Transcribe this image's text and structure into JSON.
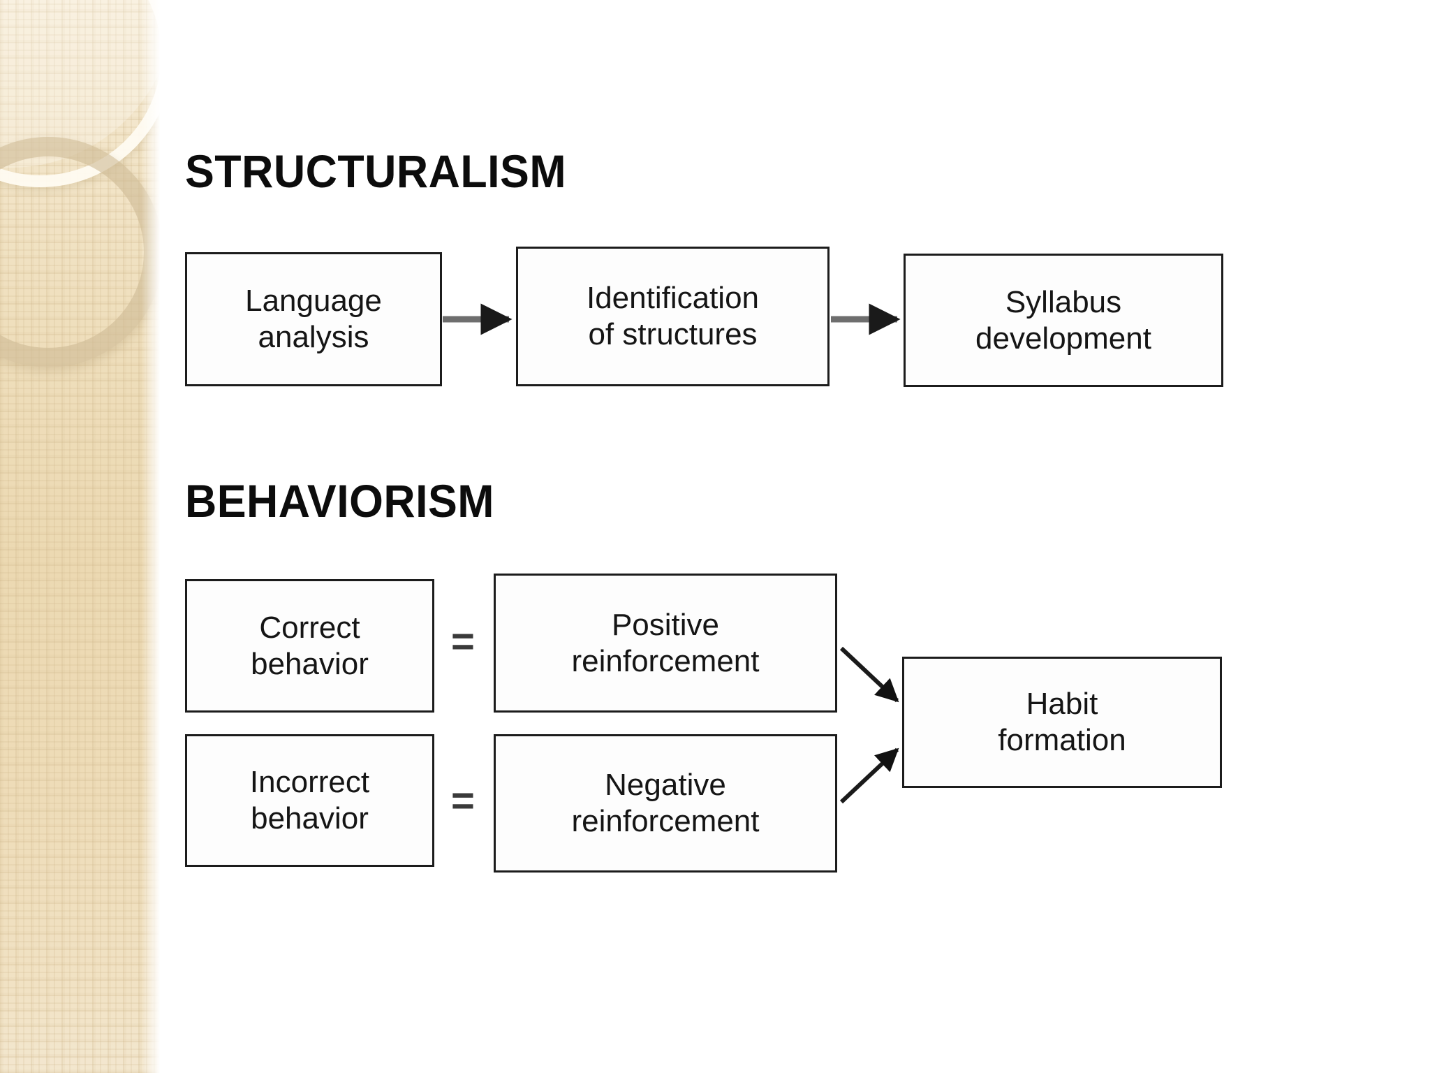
{
  "slide": {
    "background_color": "#ffffff",
    "sidebar": {
      "name": "decorative-sidebar",
      "base_color": "#eedcb8",
      "highlight_color": "#fffcf3",
      "ring_color": "#cebb96"
    },
    "sections": [
      {
        "id": "structuralism",
        "heading": "STRUCTURALISM",
        "boxes": [
          {
            "id": "language",
            "label": "Language\nanalysis"
          },
          {
            "id": "identification",
            "label": "Identification\nof structures"
          },
          {
            "id": "syllabus",
            "label": "Syllabus\ndevelopment"
          }
        ],
        "connectors": [
          {
            "from": "language",
            "to": "identification",
            "style": "straight-arrow"
          },
          {
            "from": "identification",
            "to": "syllabus",
            "style": "straight-arrow"
          }
        ]
      },
      {
        "id": "behaviorism",
        "heading": "BEHAVIORISM",
        "boxes": [
          {
            "id": "correct",
            "label": "Correct\nbehavior"
          },
          {
            "id": "positive",
            "label": "Positive\nreinforcement"
          },
          {
            "id": "incorrect",
            "label": "Incorrect\nbehavior"
          },
          {
            "id": "negative",
            "label": "Negative\nreinforcement"
          },
          {
            "id": "habit",
            "label": "Habit\nformation"
          }
        ],
        "operators": [
          {
            "id": "eq-top",
            "symbol": "=",
            "between": [
              "correct",
              "positive"
            ]
          },
          {
            "id": "eq-bottom",
            "symbol": "=",
            "between": [
              "incorrect",
              "negative"
            ]
          }
        ],
        "connectors": [
          {
            "from": "positive",
            "to": "habit",
            "style": "diagonal-arrow-down"
          },
          {
            "from": "negative",
            "to": "habit",
            "style": "diagonal-arrow-up"
          }
        ]
      }
    ],
    "colors": {
      "box_border": "#1c1c1c",
      "box_fill": "#fdfdfd",
      "box_shadow": "#e3e3e3",
      "text": "#151515",
      "heading_text": "#0c0c0c",
      "arrow_gray": "#6e6e6e",
      "arrow_black": "#111111"
    }
  }
}
